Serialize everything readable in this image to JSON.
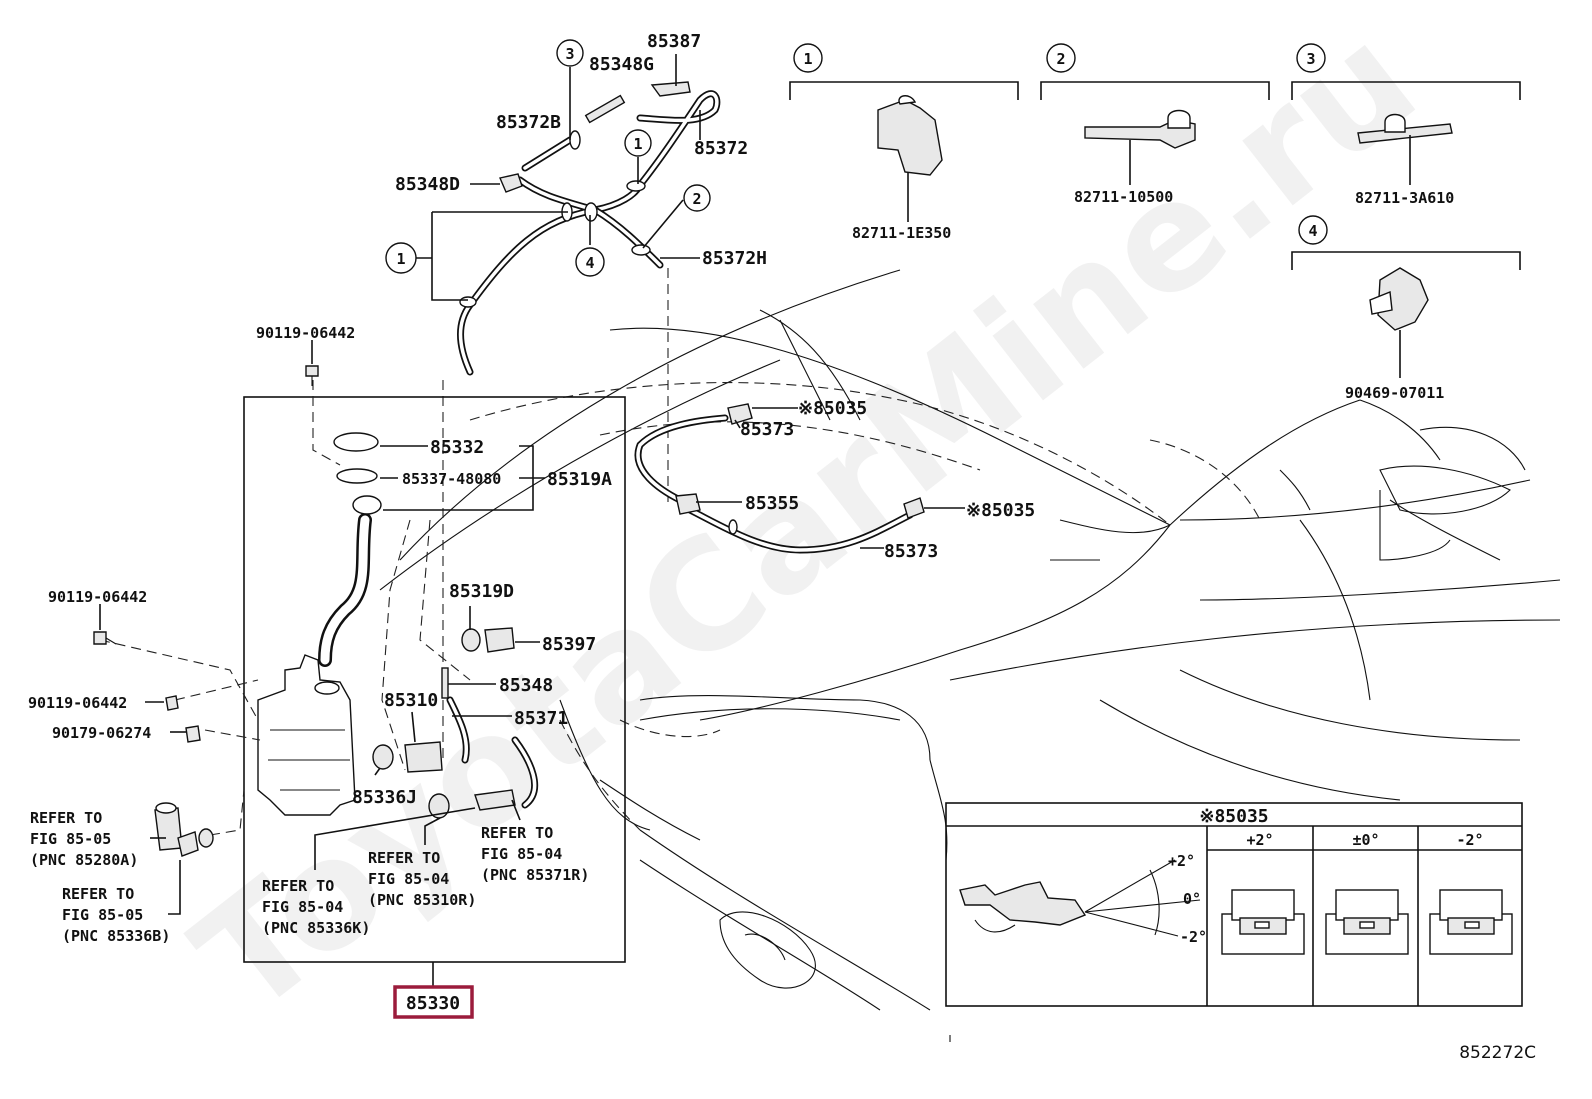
{
  "watermark": "ToyotaCarMine.ru",
  "diagram_code": "852272C",
  "highlighted_part": "85330",
  "callouts": {
    "c1": "1",
    "c2": "2",
    "c3": "3",
    "c4": "4"
  },
  "labels": {
    "p85387": "85387",
    "p85348G": "85348G",
    "p85372B": "85372B",
    "p85372": "85372",
    "p85348D": "85348D",
    "p85372H": "85372H",
    "p90119_top": "90119-06442",
    "p85332": "85332",
    "p85337": "85337-48080",
    "p85319A": "85319A",
    "p85319D": "85319D",
    "p85397": "85397",
    "p85348": "85348",
    "p85310": "85310",
    "p85371": "85371",
    "p85336J": "85336J",
    "p90119_mid": "90119-06442",
    "p90119_left": "90119-06442",
    "p90179": "90179-06274",
    "p85035_a": "※85035",
    "p85373_a": "85373",
    "p85355": "85355",
    "p85035_b": "※85035",
    "p85373_b": "85373",
    "p82711_1E350": "82711-1E350",
    "p82711_10500": "82711-10500",
    "p82711_3A610": "82711-3A610",
    "p90469": "90469-07011"
  },
  "refer_notes": {
    "r1": [
      "REFER TO",
      "FIG 85-05",
      "(PNC 85280A)"
    ],
    "r2": [
      "REFER TO",
      "FIG 85-05",
      "(PNC 85336B)"
    ],
    "r3": [
      "REFER TO",
      "FIG 85-04",
      "(PNC 85336K)"
    ],
    "r4": [
      "REFER TO",
      "FIG 85-04",
      "(PNC 85310R)"
    ],
    "r5": [
      "REFER TO",
      "FIG 85-04",
      "(PNC 85371R)"
    ]
  },
  "inset": {
    "title": "※85035",
    "columns": [
      "+2°",
      "±0°",
      "-2°"
    ],
    "angles": [
      "+2°",
      "0°",
      "-2°"
    ]
  },
  "colors": {
    "highlight": "#9b1c3c",
    "line": "#111111"
  }
}
